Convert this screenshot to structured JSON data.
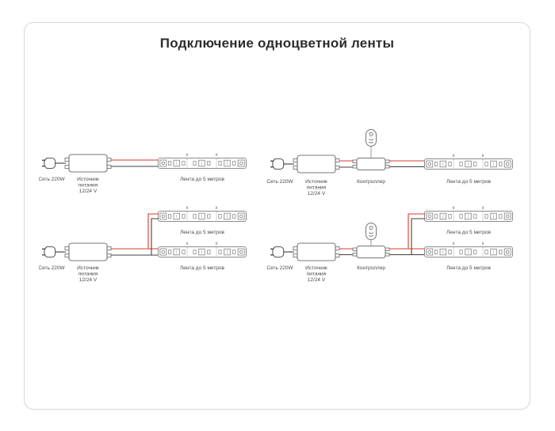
{
  "title": "Подключение одноцветной ленты",
  "labels": {
    "mains": "Сеть 220W",
    "psu_line1": "Источник",
    "psu_line2": "питания",
    "psu_line3": "12/24 V",
    "controller": "Контроллер",
    "strip": "Лента до 5 метров",
    "cut_mark": "x"
  },
  "colors": {
    "wire_red": "#e0352b",
    "wire_black": "#404040",
    "outline": "#8d8d8d",
    "card_border": "#d7d7d7"
  }
}
